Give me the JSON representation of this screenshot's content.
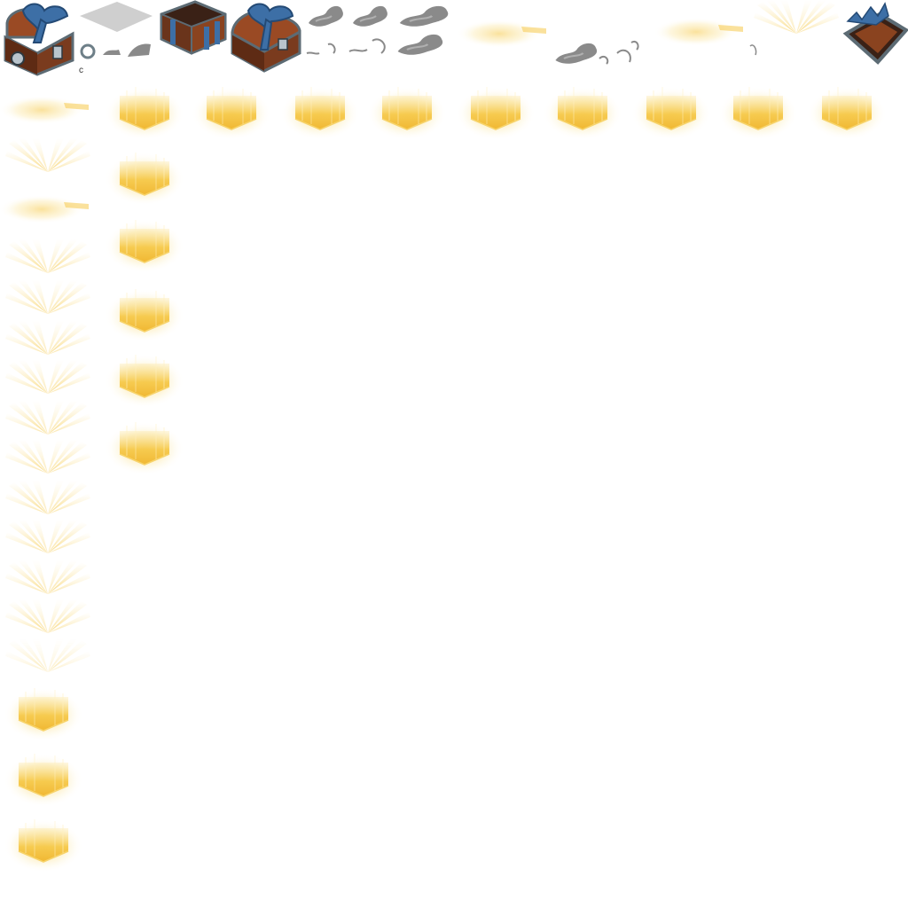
{
  "sheet": {
    "background": "#ffffff",
    "colors": {
      "chest_blue": "#3d6fa6",
      "chest_blue_dark": "#244a75",
      "chest_wood": "#7a3b1e",
      "chest_metal": "#b9c4cc",
      "smoke": "#8a8a8a",
      "glow": "#f6c94a",
      "glow_soft": "#fbe6a0"
    },
    "sprites": {
      "chest_open_bow": "treasure-chest-open-with-bow",
      "floor_tile": "gray-floor-tile",
      "chest_empty_frame": "empty-chest-frame",
      "chest_closed_bow": "treasure-chest-closed-with-bow",
      "smoke_puff": "smoke-puff",
      "glow_streak": "light-streak",
      "light_burst": "light-burst-rays",
      "glow_cube": "glowing-gold-cube",
      "chest_tilted": "tilted-chest-lid"
    }
  }
}
